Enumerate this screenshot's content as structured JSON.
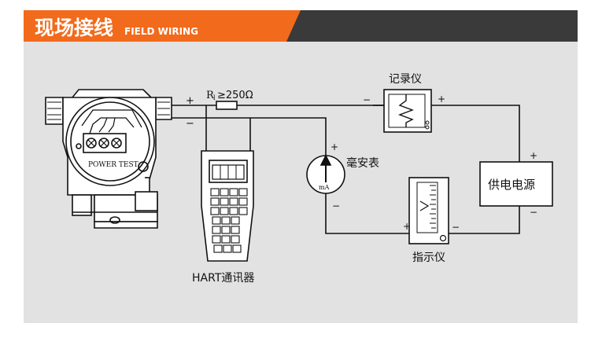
{
  "header": {
    "title_cn": "现场接线",
    "title_en": "FIELD WIRING",
    "accent_color": "#f26a1b",
    "dark_color": "#3a3a3a"
  },
  "diagram": {
    "resistor_label": "R",
    "resistor_sub": "l",
    "resistor_value": "≥250Ω",
    "transmitter": {
      "terminal_label": "POWER TEST",
      "plus": "+",
      "minus": "−"
    },
    "hart": {
      "label": "HART通讯器"
    },
    "milliammeter": {
      "label": "毫安表",
      "unit": "mA",
      "plus": "+",
      "minus": "−"
    },
    "recorder": {
      "label": "记录仪",
      "plus": "+",
      "minus": "−"
    },
    "indicator": {
      "label": "指示仪",
      "plus": "+",
      "minus": "−"
    },
    "power_supply": {
      "label": "供电电源",
      "plus": "+",
      "minus": "−"
    }
  }
}
